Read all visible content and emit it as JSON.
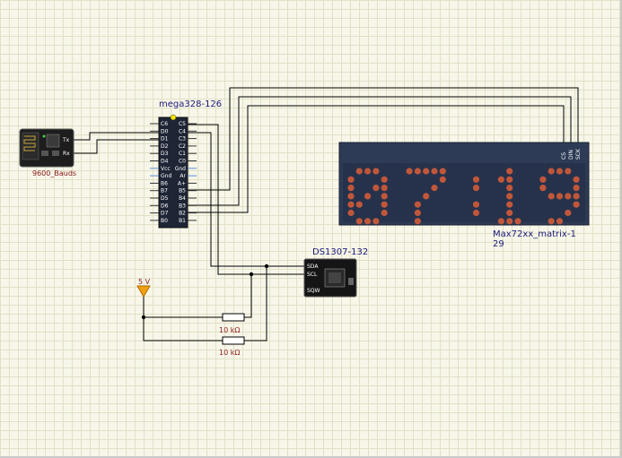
{
  "components": {
    "esp_module": {
      "value": "9600_Bauds",
      "pins": [
        "Tx",
        "Rx"
      ]
    },
    "mcu": {
      "name": "mega328-126",
      "left_pins": [
        "C6",
        "D0",
        "D1",
        "D2",
        "D3",
        "D4",
        "Vcc",
        "Gnd",
        "B6",
        "B7",
        "D5",
        "D6",
        "D7",
        "B0"
      ],
      "right_pins": [
        "C5",
        "C4",
        "C3",
        "C2",
        "C1",
        "C0",
        "Gnd",
        "Ar",
        "A+",
        "B5",
        "B4",
        "B3",
        "B2",
        "B1"
      ]
    },
    "rtc": {
      "name": "DS1307-132",
      "pins": [
        "SDA",
        "SCL",
        "SQW"
      ]
    },
    "matrix": {
      "name": "Max72xx_matrix-1",
      "subname": "29",
      "pins": [
        "CS",
        "DIN",
        "SCK"
      ],
      "digits": [
        "0",
        "7",
        "1",
        "9"
      ],
      "separator": ":"
    },
    "supply": {
      "label": "5 V"
    },
    "resistors": [
      {
        "value": "10 kΩ"
      },
      {
        "value": "10 kΩ"
      }
    ]
  },
  "colors": {
    "wire": "#000000",
    "matrix_body": "#2d3b56",
    "led": "#c0573b",
    "led_off": "#5a4a48",
    "label_blue": "#1a1a7a",
    "label_red": "#8a1a1a",
    "supply": "#f0a010"
  }
}
